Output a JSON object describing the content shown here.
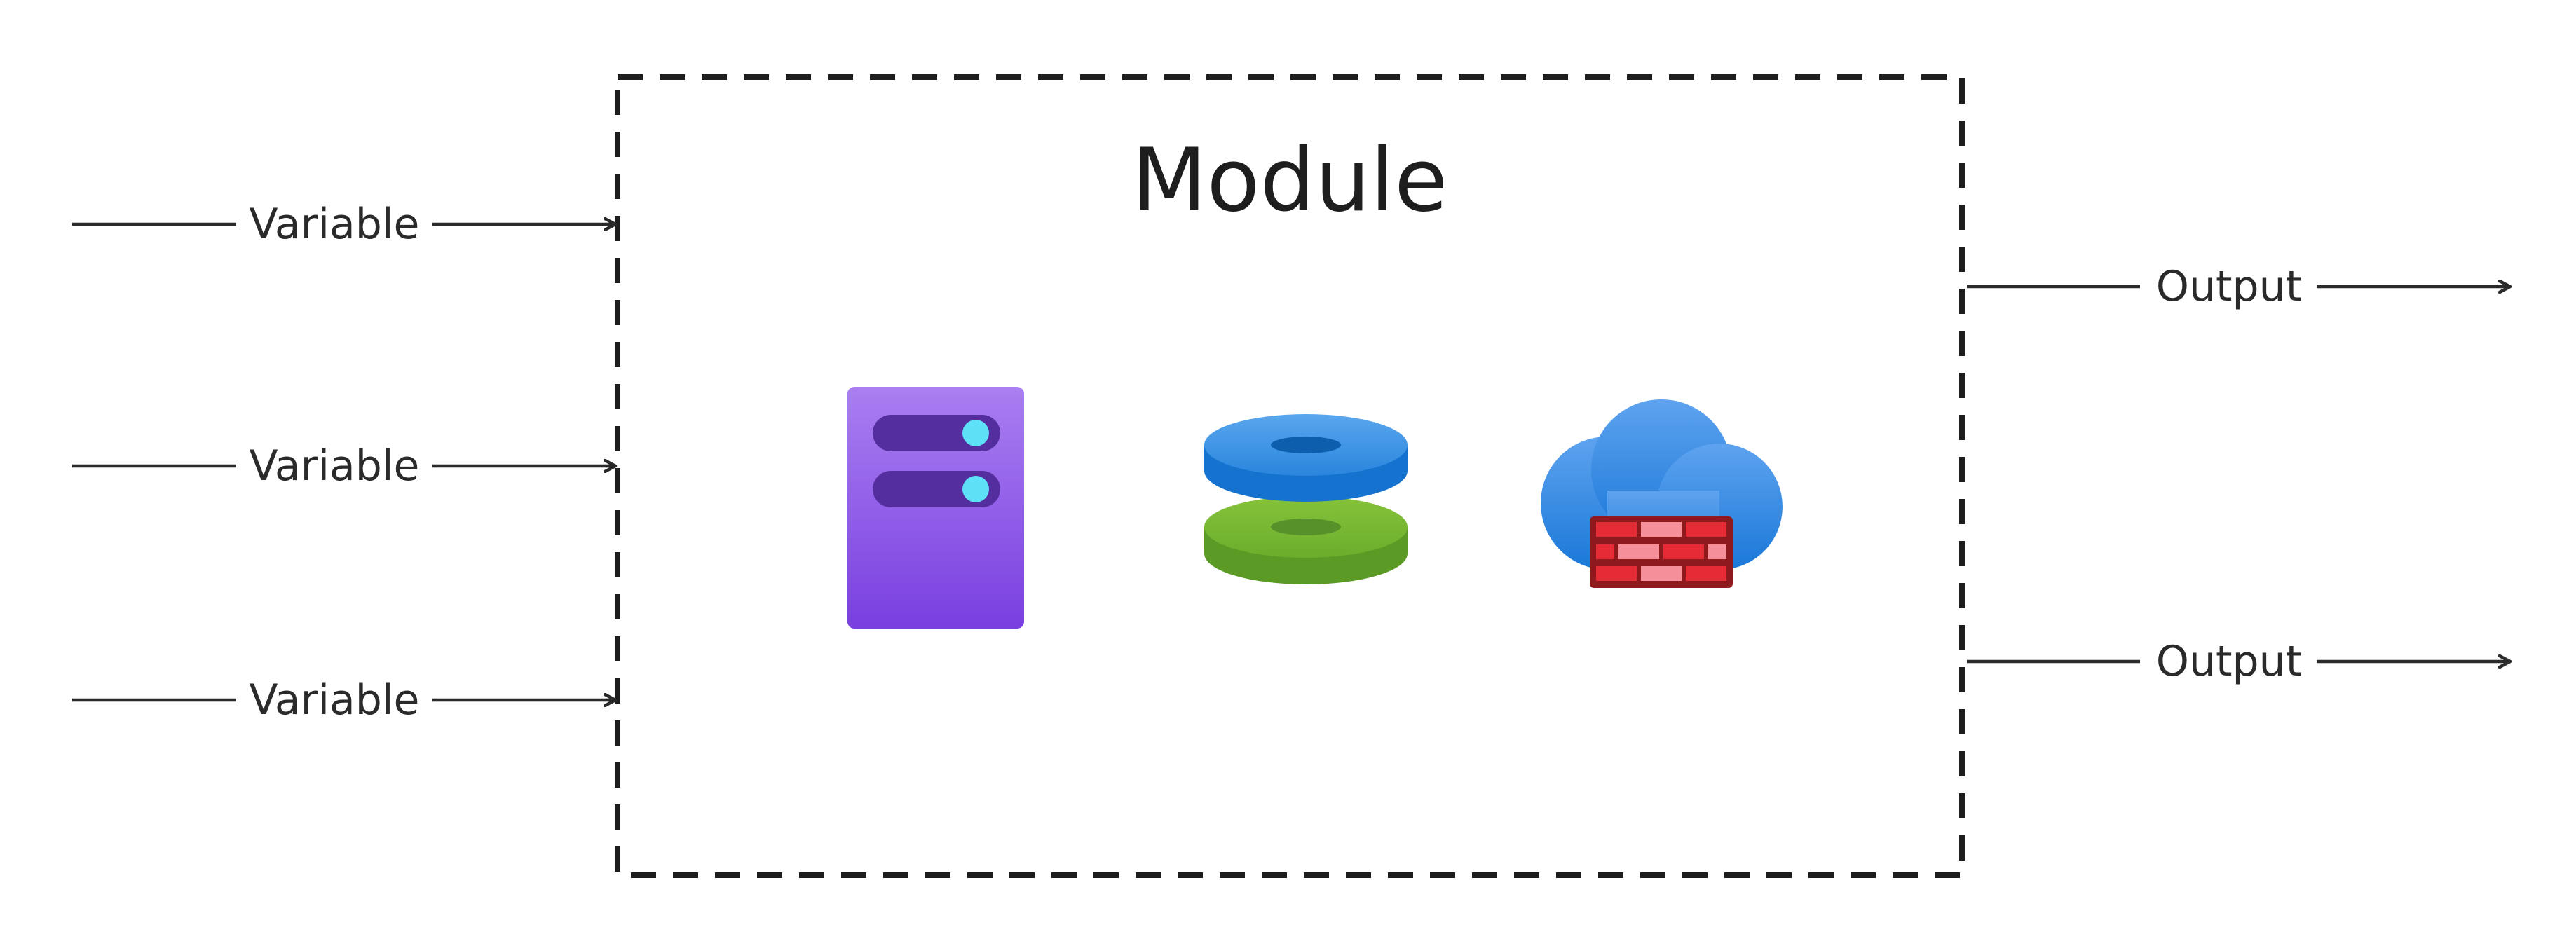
{
  "module": {
    "title": "Module",
    "resources": [
      {
        "name": "server-icon"
      },
      {
        "name": "storage-disks-icon"
      },
      {
        "name": "cloud-firewall-icon"
      }
    ]
  },
  "inputs": [
    {
      "label": "Variable"
    },
    {
      "label": "Variable"
    },
    {
      "label": "Variable"
    }
  ],
  "outputs": [
    {
      "label": "Output"
    },
    {
      "label": "Output"
    }
  ],
  "colors": {
    "border": "#1e1e1e",
    "arrow": "#2a2a2a",
    "server_top": "#a97ff1",
    "server_bottom": "#7a3fe0",
    "disk_blue": "#1f87e0",
    "disk_green": "#6aaa2a",
    "cloud_blue": "#3a8fe6",
    "firewall_red": "#d8242f"
  }
}
